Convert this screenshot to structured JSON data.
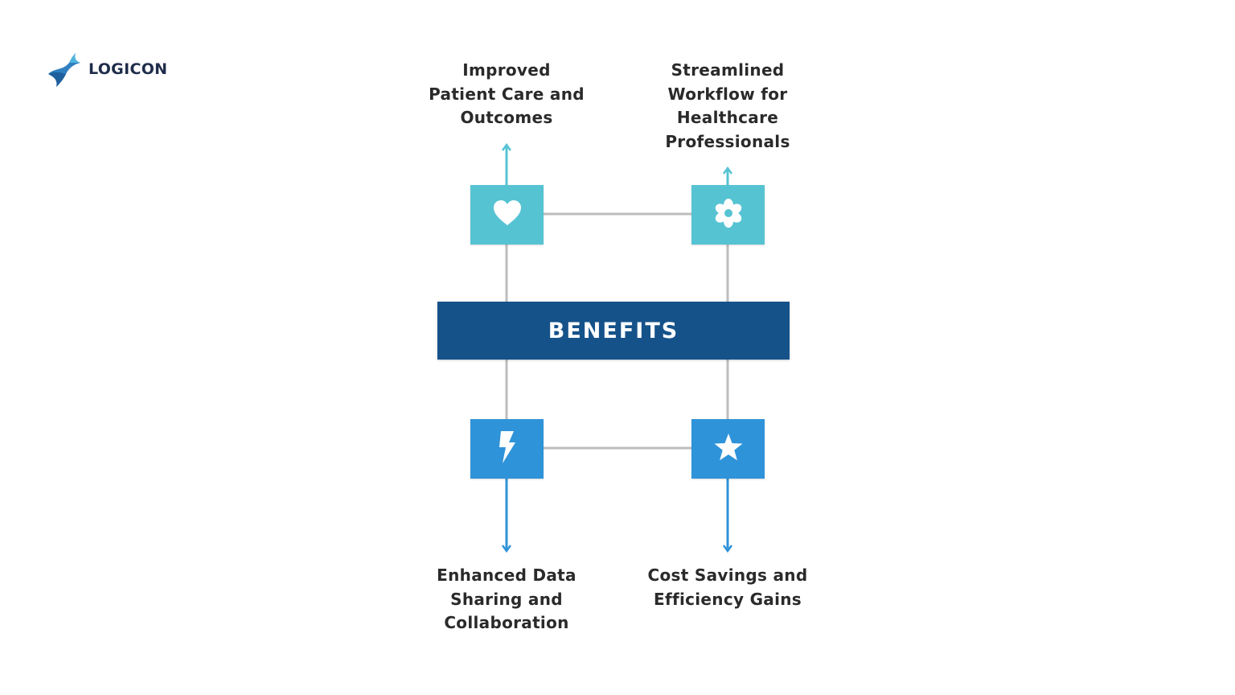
{
  "logo": {
    "text": "LOGICON",
    "icon": "logicon-logo-icon"
  },
  "center": {
    "label": "BENEFITS",
    "color": "#16528a"
  },
  "benefits": [
    {
      "id": "patient-care",
      "label": "Improved Patient Care and Outcomes",
      "icon": "heart-icon",
      "color": "#56c3d3"
    },
    {
      "id": "workflow",
      "label": "Streamlined Workflow for Healthcare Professionals",
      "icon": "flower-icon",
      "color": "#56c3d3"
    },
    {
      "id": "data-sharing",
      "label": "Enhanced Data Sharing and Collaboration",
      "icon": "lightning-icon",
      "color": "#2f93d9"
    },
    {
      "id": "cost-savings",
      "label": "Cost Savings and Efficiency Gains",
      "icon": "star-icon",
      "color": "#2f93d9"
    }
  ],
  "colors": {
    "connector": "#bdbdbd",
    "arrow_top": "#56c3d3",
    "arrow_bottom": "#2f93d9",
    "text": "#2a2a2a"
  }
}
